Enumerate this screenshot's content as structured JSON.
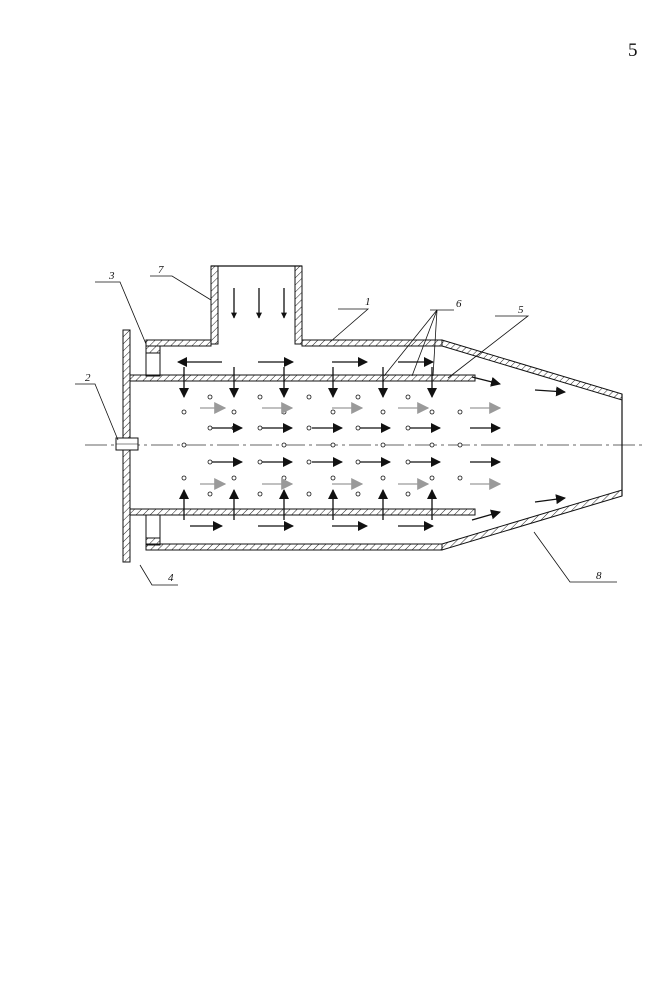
{
  "page_number": "5",
  "labels": {
    "l1": "1",
    "l2": "2",
    "l3": "3",
    "l4": "4",
    "l5": "5",
    "l6": "6",
    "l7": "7",
    "l8": "8"
  },
  "colors": {
    "ink": "#111111",
    "grey_arrow": "#9a9a9a"
  }
}
